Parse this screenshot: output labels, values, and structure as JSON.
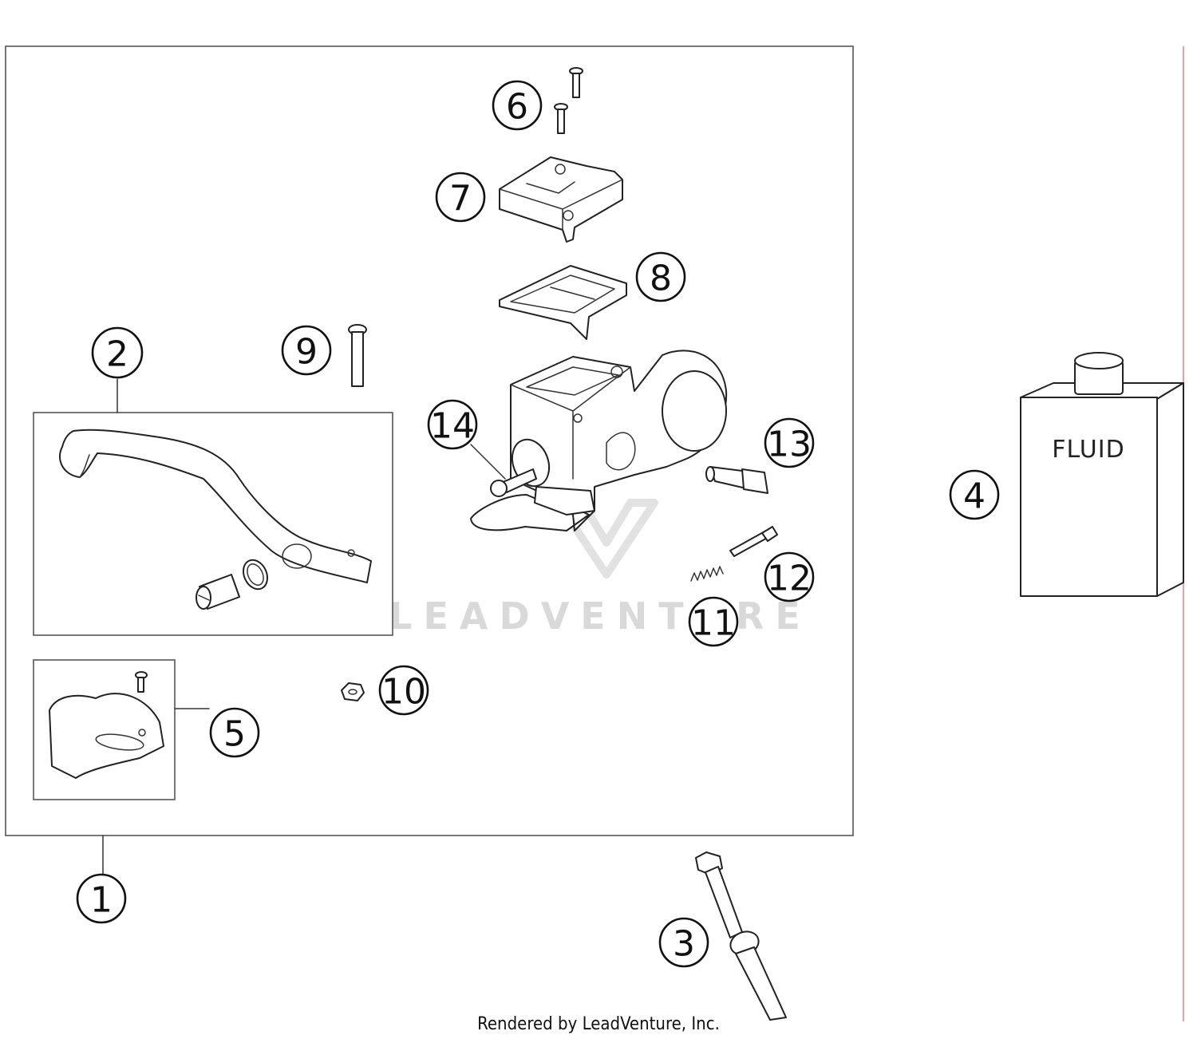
{
  "callouts": [
    {
      "id": "1",
      "label": "1"
    },
    {
      "id": "2",
      "label": "2"
    },
    {
      "id": "3",
      "label": "3"
    },
    {
      "id": "4",
      "label": "4"
    },
    {
      "id": "5",
      "label": "5"
    },
    {
      "id": "6",
      "label": "6"
    },
    {
      "id": "7",
      "label": "7"
    },
    {
      "id": "8",
      "label": "8"
    },
    {
      "id": "9",
      "label": "9"
    },
    {
      "id": "10",
      "label": "10"
    },
    {
      "id": "11",
      "label": "11"
    },
    {
      "id": "12",
      "label": "12"
    },
    {
      "id": "13",
      "label": "13"
    },
    {
      "id": "14",
      "label": "14"
    }
  ],
  "fluid_label": "FLUID",
  "watermark": "LEADVENTURE",
  "footer": "Rendered by LeadVenture, Inc."
}
